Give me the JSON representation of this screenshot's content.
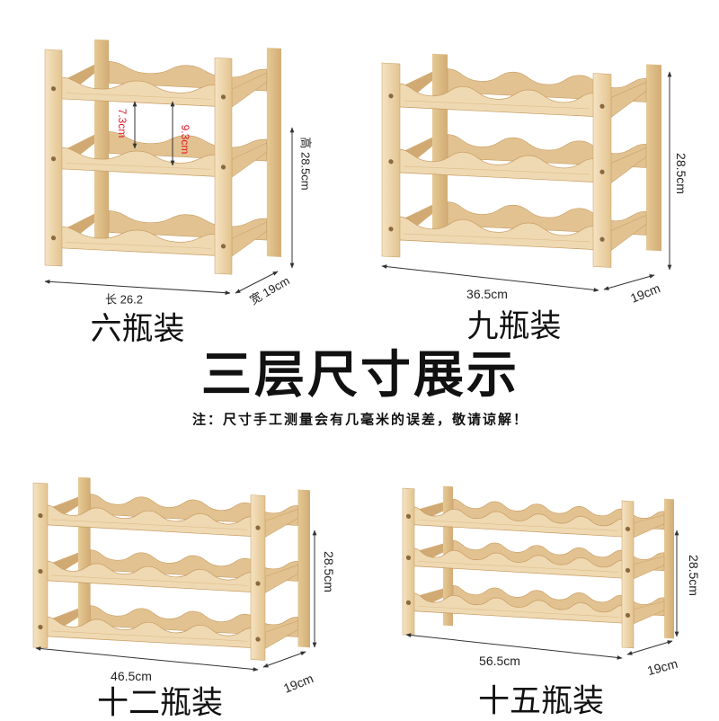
{
  "title": "三层尺寸展示",
  "note": "注：尺寸手工测量会有几毫米的误差，敬请谅解！",
  "racks": [
    {
      "label": "六瓶装",
      "height": "高 28.5cm",
      "length": "长 26.2",
      "depth": "宽 19cm",
      "inner_gap": "7.3cm",
      "shelf_gap": "9.3cm"
    },
    {
      "label": "九瓶装",
      "height": "28.5cm",
      "length": "36.5cm",
      "depth": "19cm"
    },
    {
      "label": "十二瓶装",
      "height": "28.5cm",
      "length": "46.5cm",
      "depth": "19cm"
    },
    {
      "label": "十五瓶装",
      "height": "28.5cm",
      "length": "56.5cm",
      "depth": "19cm"
    }
  ],
  "colors": {
    "wood": "#EFD9B2",
    "wood_mid": "#E2C290",
    "wood_shade": "#D1AA73",
    "wood_edge": "#C79B62",
    "screw": "#8A6A3C",
    "dimension_line": "#333333",
    "accent_red": "#E3172C"
  }
}
